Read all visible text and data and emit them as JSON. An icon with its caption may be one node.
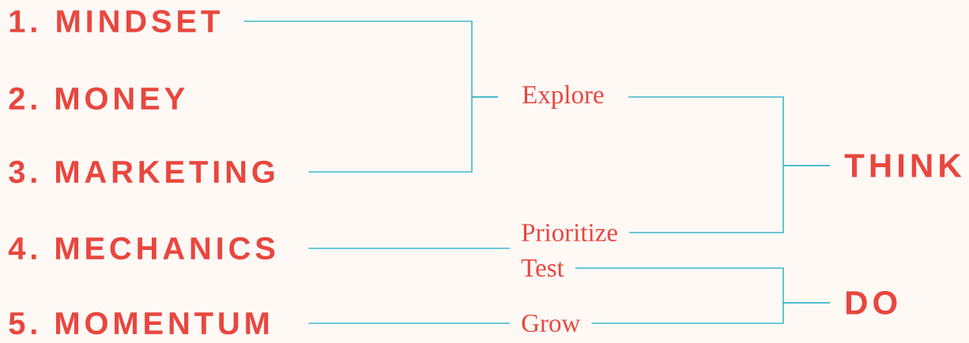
{
  "diagram": {
    "nodes": [
      {
        "text": [
          "1. MINDSET"
        ]
      },
      {
        "text": [
          "2. MONEY"
        ]
      },
      {
        "text": [
          "3. MARKETING"
        ]
      },
      {
        "text": [
          "4. MECHANICS"
        ]
      },
      {
        "text": [
          "5. MOMENTUM"
        ]
      },
      {
        "text": [
          "Explore"
        ]
      },
      {
        "text": [
          "Prioritize"
        ]
      },
      {
        "text": [
          "Test"
        ]
      },
      {
        "text": [
          "Grow"
        ]
      },
      {
        "text": [
          "THINK"
        ]
      },
      {
        "text": [
          "DO"
        ]
      }
    ],
    "edges": [
      {
        "from": 0,
        "to": 5,
        "arrow": "none"
      },
      {
        "from": 2,
        "to": 5,
        "arrow": "none"
      },
      {
        "from": 3,
        "to": 6,
        "arrow": "none"
      },
      {
        "from": 4,
        "to": 8,
        "arrow": "none"
      },
      {
        "from": 5,
        "to": 9,
        "arrow": "none"
      },
      {
        "from": 6,
        "to": 9,
        "arrow": "none"
      },
      {
        "from": 7,
        "to": 10,
        "arrow": "none"
      },
      {
        "from": 8,
        "to": 10,
        "arrow": "none"
      }
    ]
  }
}
